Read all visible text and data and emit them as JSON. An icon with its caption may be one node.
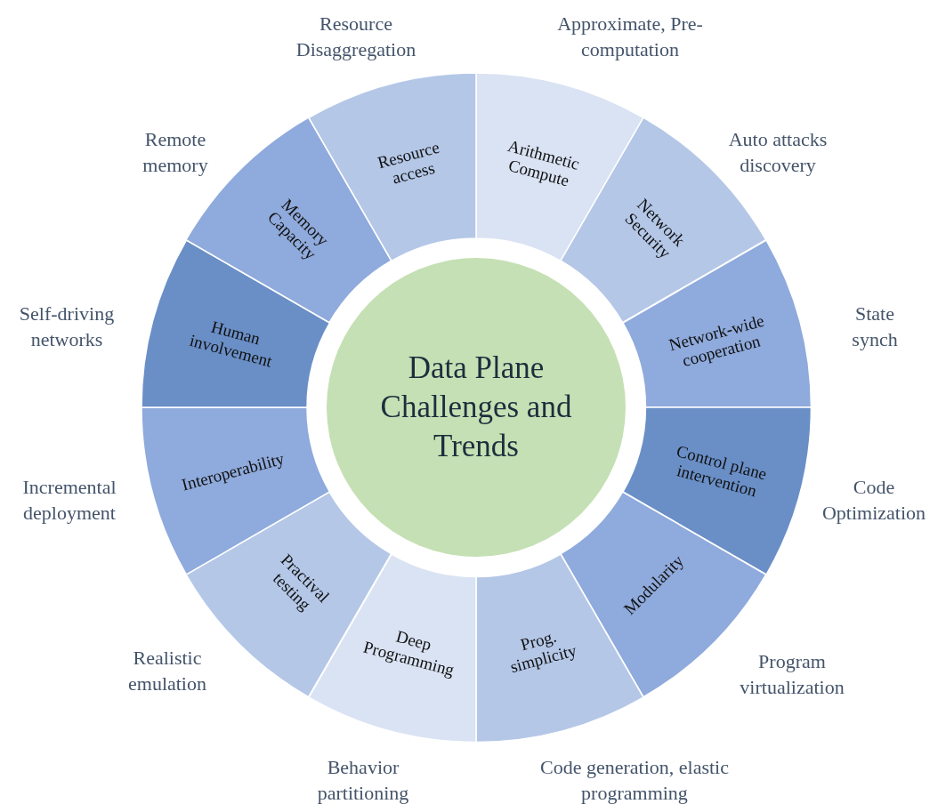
{
  "diagram": {
    "nodes": [
      {
        "text": [
          "Data Plane Challenges and Trends"
        ]
      },
      {
        "text": [
          "Arithmetic Compute"
        ],
        "beside": [
          "Approximate, Pre-computation"
        ]
      },
      {
        "text": [
          "Network Security"
        ],
        "beside": [
          "Auto attacks discovery"
        ]
      },
      {
        "text": [
          "Network-wide cooperation"
        ],
        "beside": [
          "State synch"
        ]
      },
      {
        "text": [
          "Control plane intervention"
        ],
        "beside": [
          "Code Optimization"
        ]
      },
      {
        "text": [
          "Modularity"
        ],
        "beside": [
          "Program virtualization"
        ]
      },
      {
        "text": [
          "Prog. simplicity"
        ],
        "beside": [
          "Code generation, elastic programming"
        ]
      },
      {
        "text": [
          "Deep Programming"
        ],
        "beside": [
          "Behavior partitioning"
        ]
      },
      {
        "text": [
          "Practival testing"
        ],
        "beside": [
          "Realistic emulation"
        ]
      },
      {
        "text": [
          "Interoperability"
        ],
        "beside": [
          "Incremental deployment"
        ]
      },
      {
        "text": [
          "Human involvement"
        ],
        "beside": [
          "Self-driving networks"
        ]
      },
      {
        "text": [
          "Memory Capacity"
        ],
        "beside": [
          "Remote memory"
        ]
      },
      {
        "text": [
          "Resource access"
        ],
        "beside": [
          "Resource Disaggregation"
        ]
      }
    ]
  }
}
